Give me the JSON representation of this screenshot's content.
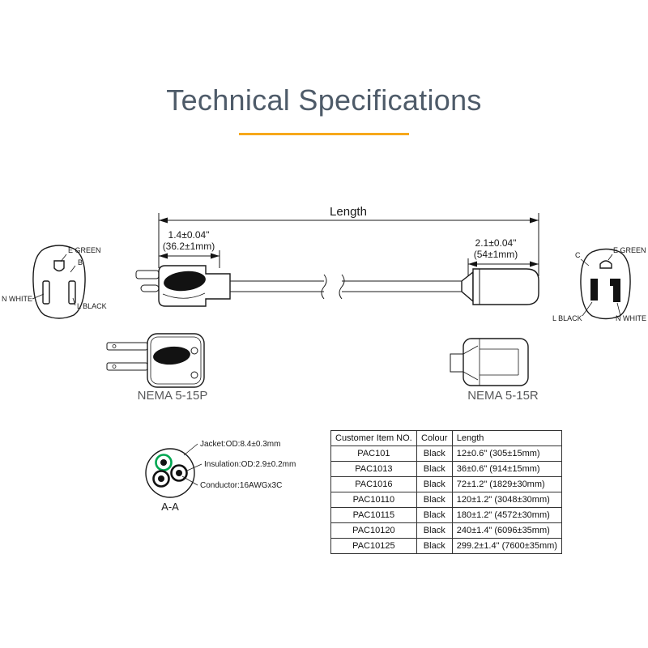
{
  "title": "Technical Specifications",
  "diagram": {
    "length_label": "Length",
    "plug_dim": {
      "line1": "1.4±0.04\"",
      "line2": "(36.2±1mm)"
    },
    "receptacle_dim": {
      "line1": "2.1±0.04\"",
      "line2": "(54±1mm)"
    },
    "plug_face": {
      "e": "E GREEN",
      "b": "B",
      "n": "N WHITE",
      "l": "L BLACK"
    },
    "receptacle_face": {
      "c": "C",
      "e": "E GREEN",
      "l": "L BLACK",
      "n": "N WHITE"
    },
    "plug_name": "NEMA 5-15P",
    "receptacle_name": "NEMA 5-15R"
  },
  "cross_section": {
    "jacket": "Jacket:OD:8.4±0.3mm",
    "insulation": "Insulation:OD:2.9±0.2mm",
    "conductor": "Conductor:16AWGx3C",
    "section_label": "A-A"
  },
  "spec_table": {
    "headers": [
      "Customer Item NO.",
      "Colour",
      "Length"
    ],
    "rows": [
      [
        "PAC101",
        "Black",
        "12±0.6\" (305±15mm)"
      ],
      [
        "PAC1013",
        "Black",
        "36±0.6\" (914±15mm)"
      ],
      [
        "PAC1016",
        "Black",
        "72±1.2\" (1829±30mm)"
      ],
      [
        "PAC10110",
        "Black",
        "120±1.2\" (3048±30mm)"
      ],
      [
        "PAC10115",
        "Black",
        "180±1.2\" (4572±30mm)"
      ],
      [
        "PAC10120",
        "Black",
        "240±1.4\" (6096±35mm)"
      ],
      [
        "PAC10125",
        "Black",
        "299.2±1.4\" (7600±35mm)"
      ]
    ]
  },
  "colors": {
    "title": "#4e5b69",
    "accent_underline": "#f7a81b",
    "ground_green": "#00a651",
    "line": "#1a1a1a"
  }
}
